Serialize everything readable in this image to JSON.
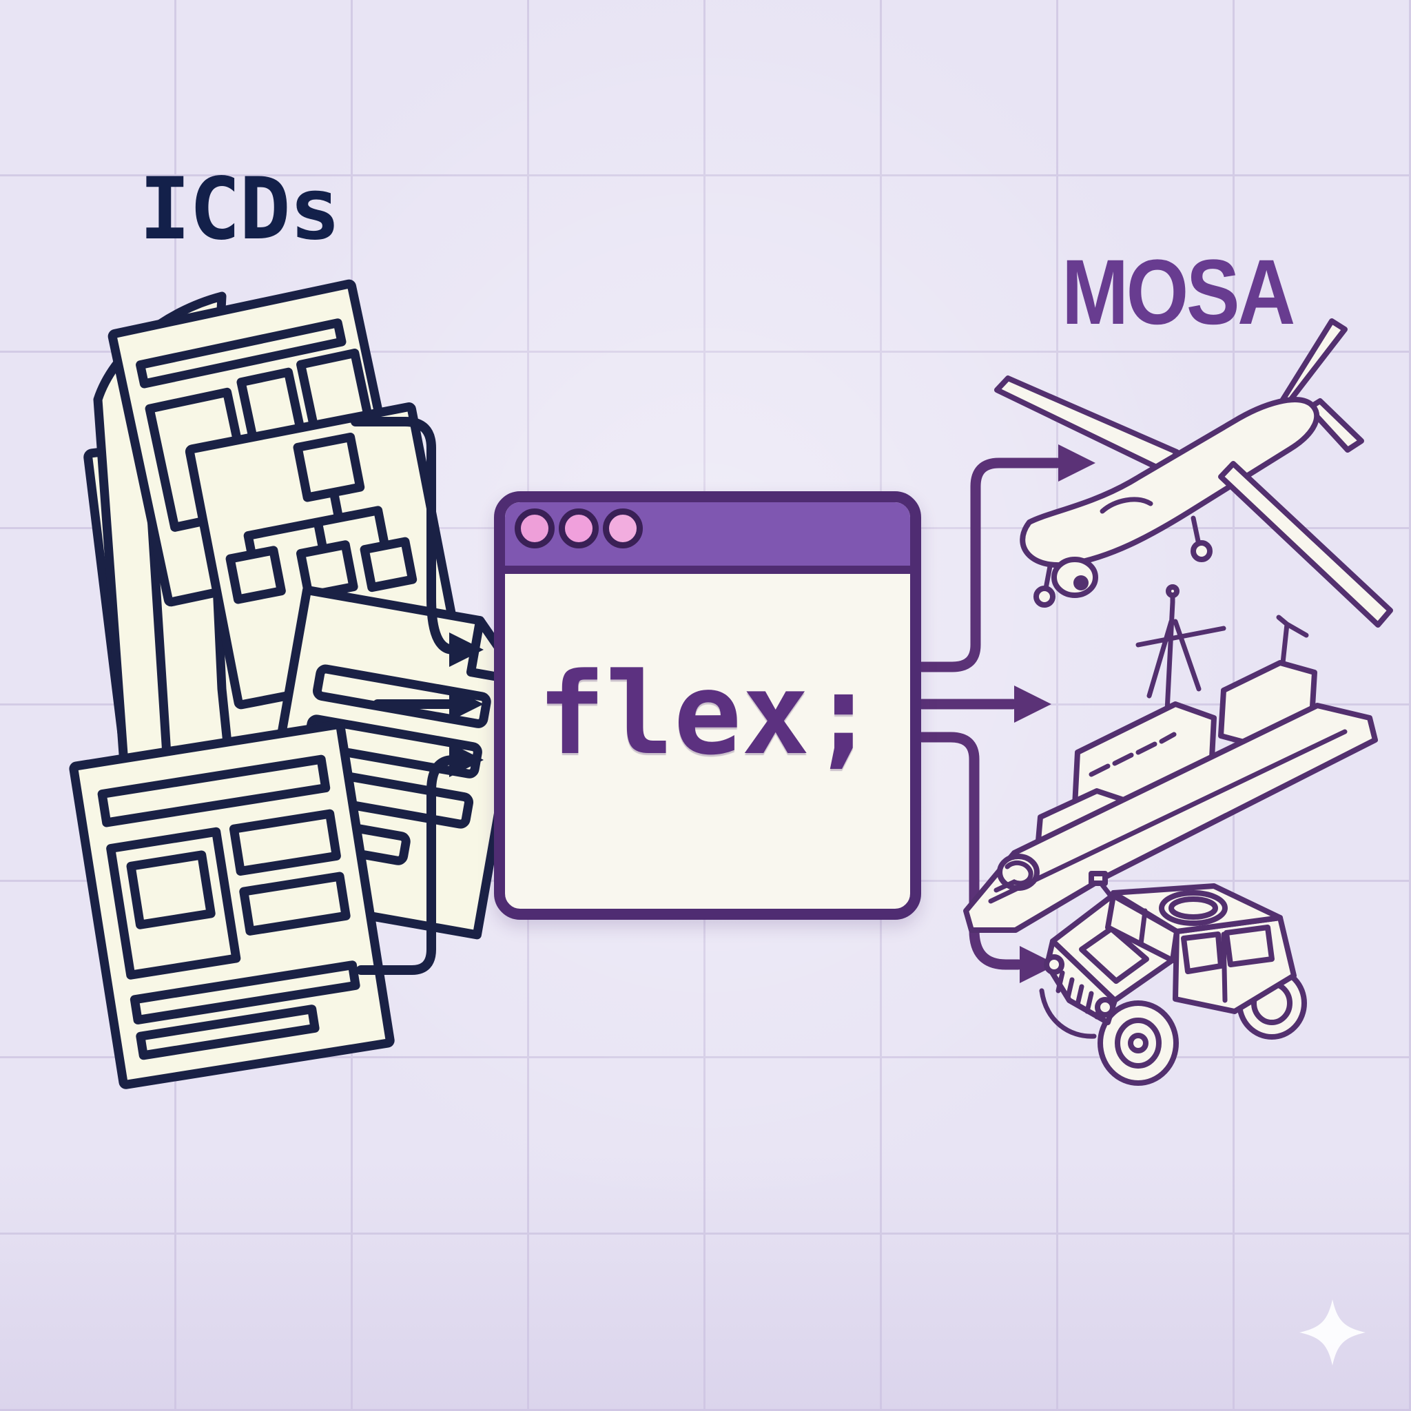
{
  "labels": {
    "icds": "ICDs",
    "mosa": "MOSA"
  },
  "window": {
    "code": "flex;",
    "dot_count": 3
  },
  "icons": {
    "left_stack": "icd-documents-icon",
    "center": "code-window-icon",
    "outputs": [
      "drone-icon",
      "warship-icon",
      "humvee-icon"
    ],
    "corner": "sparkle-icon"
  },
  "flow": {
    "inputs_to_window": 3,
    "window_to_outputs": 3,
    "input_color_role": "navy",
    "output_color_role": "purple"
  },
  "colors": {
    "background": "#e8e4f4",
    "grid": "#d3cbe5",
    "navy": "#1a2145",
    "icds": "#13204a",
    "mosa": "#683c90",
    "purple": "#5b3277",
    "purple_line": "#53306f",
    "titlebar": "#7f57b1",
    "window_border": "#4f2c72",
    "window_bg": "#f9f7ef",
    "code": "#5c3180",
    "doc_fill": "#f8f7e6",
    "doc_fill2": "#f8f6ee",
    "dot_pink": "#ee9fd9",
    "dot_ring": "#3a2056",
    "sparkle": "#ffffff"
  }
}
